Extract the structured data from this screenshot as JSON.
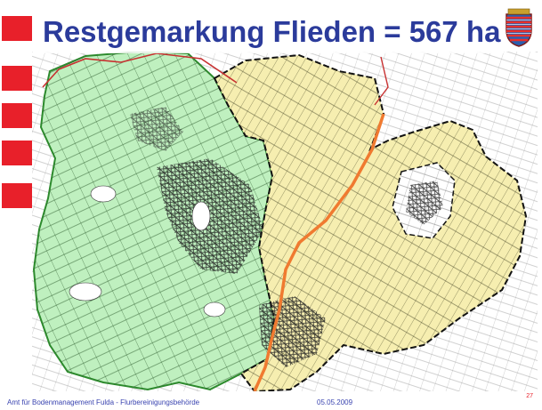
{
  "slide": {
    "title": "Restgemarkung Flieden = 567 ha",
    "footer_org": "Amt für Bodenmanagement Fulda  - Flurbereinigungsbehörde",
    "footer_date": "05.05.2009",
    "page_number": "27"
  },
  "map": {
    "colors": {
      "green_area": "#bff0bf",
      "yellow_area": "#f6eeb0",
      "road": "#f07a30",
      "boundary_dark": "#111111",
      "boundary_green": "#2d8a2d",
      "boundary_red": "#c83030",
      "parcel_lines": "#333333",
      "background": "#ffffff"
    }
  },
  "decor": {
    "bullet_color": "#e8202a",
    "title_color": "#2b3b9b",
    "crest_icon": "hessen-coat-of-arms-icon"
  }
}
